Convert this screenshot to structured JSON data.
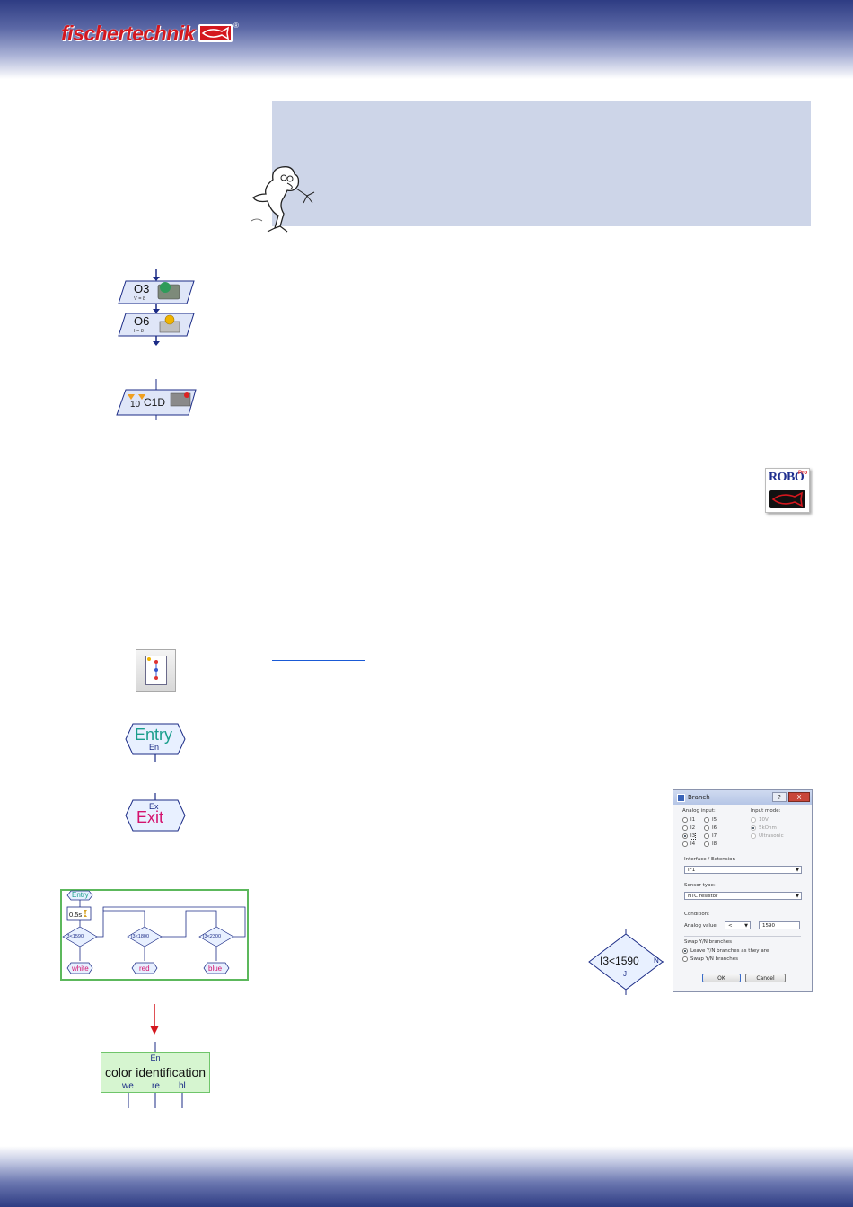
{
  "header": {
    "logo_text": "fischertechnik",
    "logo_reg": "®"
  },
  "icons": {
    "o3": {
      "label": "O3",
      "sub": "V = 8"
    },
    "o6": {
      "label": "O6",
      "sub": "I = 8"
    },
    "counter": {
      "count": "10",
      "label": "C1D"
    },
    "entry": {
      "label": "Entry",
      "sub": "En"
    },
    "exit": {
      "label": "Exit",
      "sub": "Ex"
    },
    "robo_badge": {
      "text": "ROBO",
      "pro": "Pro"
    }
  },
  "program": {
    "entry": "Entry",
    "wait": "0.5s",
    "branches": [
      "I3<1590",
      "I3<1800",
      "I3<2300"
    ],
    "outputs": [
      "white",
      "red",
      "blue"
    ]
  },
  "subprogram": {
    "title": "color identification",
    "entry": "En",
    "outputs": [
      "we",
      "re",
      "bl"
    ]
  },
  "branch_symbol": {
    "condition": "I3<1590",
    "no": "N",
    "yes": "J"
  },
  "dialog": {
    "title": "Branch",
    "help": "?",
    "close": "X",
    "analog_inputs_label": "Analog input:",
    "input_mode_label": "Input mode:",
    "inputs_left": [
      "I1",
      "I2",
      "I3",
      "I4"
    ],
    "inputs_right": [
      "I5",
      "I6",
      "I7",
      "I8"
    ],
    "modes": [
      "10V",
      "5kOhm",
      "Ultrasonic"
    ],
    "interface_label": "Interface / Extension",
    "interface_value": "IF1",
    "sensor_label": "Sensor type:",
    "sensor_value": "NTC resistor",
    "condition_label": "Condition:",
    "analog_value_label": "Analog value",
    "operator": "<",
    "value": "1590",
    "swap_label": "Swap Y/N branches",
    "swap_options": [
      "Leave Y/N branches as they are",
      "Swap Y/N branches"
    ],
    "ok": "OK",
    "cancel": "Cancel"
  }
}
